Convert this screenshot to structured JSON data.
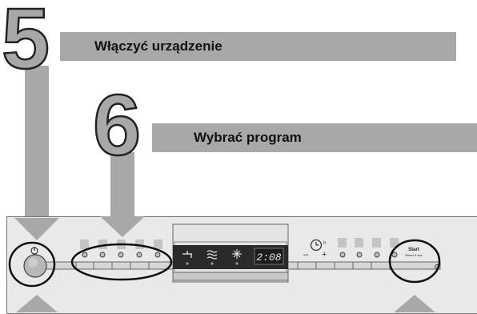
{
  "steps": [
    {
      "number": "5",
      "label": "Włączyć urządzenie"
    },
    {
      "number": "6",
      "label": "Wybrać program"
    }
  ],
  "panel": {
    "display_value": "2:08",
    "timer_unit": "h",
    "minus": "–",
    "plus": "+",
    "start_label": "Start",
    "start_sublabel": "Reset 3 sec"
  },
  "colors": {
    "callout_gray": "#a8a8a8",
    "display_bg": "#2a2a2a",
    "display_text": "#e6e6e6",
    "panel_bg": "#e9e9e9"
  }
}
